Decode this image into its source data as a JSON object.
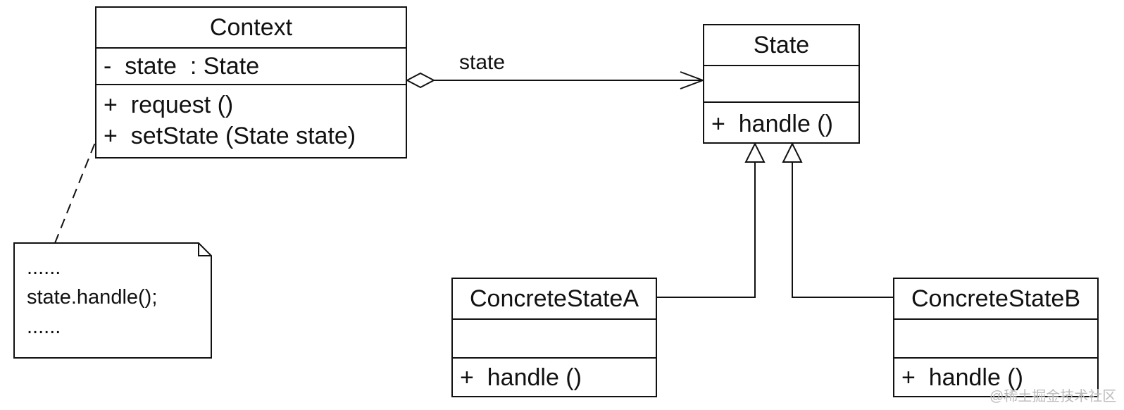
{
  "context": {
    "name": "Context",
    "attributes": [
      "-  state  : State"
    ],
    "operations": [
      "+  request ()",
      "+  setState (State state)"
    ]
  },
  "state": {
    "name": "State",
    "attributes": [],
    "operations": [
      "+  handle ()"
    ]
  },
  "concrete_a": {
    "name": "ConcreteStateA",
    "attributes": [],
    "operations": [
      "+  handle ()"
    ]
  },
  "concrete_b": {
    "name": "ConcreteStateB",
    "attributes": [],
    "operations": [
      "+  handle ()"
    ]
  },
  "association": {
    "label": "state"
  },
  "note": {
    "lines": [
      "......",
      "state.handle();",
      "......"
    ]
  },
  "watermark": "@稀土掘金技术社区"
}
